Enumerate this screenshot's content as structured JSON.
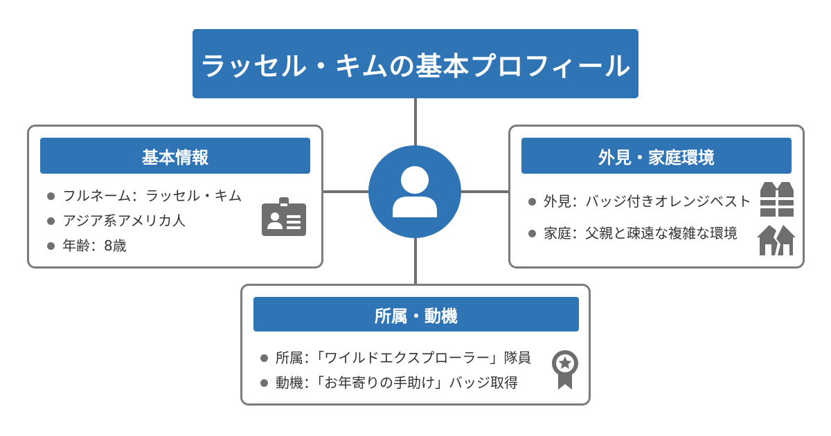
{
  "title": "ラッセル・キムの基本プロフィール",
  "center": {
    "icon": "person-icon"
  },
  "cards": {
    "basic": {
      "header": "基本情報",
      "items": [
        "フルネーム：ラッセル・キム",
        "アジア系アメリカ人",
        "年齢：8歳"
      ],
      "icon": "id-card-icon"
    },
    "appearance": {
      "header": "外見・家庭環境",
      "items": [
        "外見：バッジ付きオレンジベスト",
        "家庭：父親と疎遠な複雑な環境"
      ],
      "icons": [
        "vest-icon",
        "broken-home-icon"
      ]
    },
    "affiliation": {
      "header": "所属・動機",
      "items": [
        "所属：「ワイルドエクスプローラー」隊員",
        "動機：「お年寄りの手助け」バッジ取得"
      ],
      "icon": "badge-icon"
    }
  },
  "colors": {
    "primary": "#2f74b5",
    "border": "#7b7b7b",
    "connector": "#6e6e6e",
    "icon": "#6e6e6e",
    "text": "#333333"
  }
}
